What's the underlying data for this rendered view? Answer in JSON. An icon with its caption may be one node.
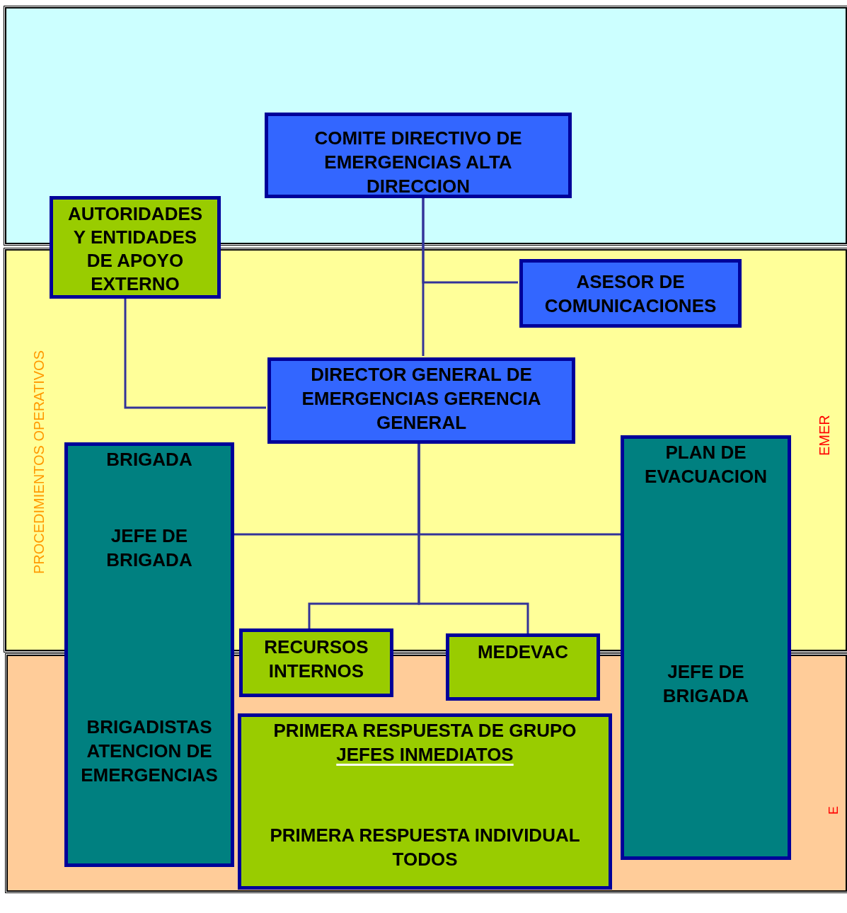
{
  "diagram": {
    "nodes": [
      {
        "text": [],
        "shape": "box"
      },
      {
        "text": [
          "COMITE DIRECTIVO DE EMERGENCIAS ALTA DIRECCION"
        ],
        "in": 0
      },
      {
        "text": [
          "AUTORIDADES Y ENTIDADES DE APOYO EXTERNO"
        ]
      },
      {
        "text": [
          "PROCEDIMIENTOS OPERATIVOS",
          "EMER"
        ]
      },
      {
        "text": [
          "ASESOR DE COMUNICACIONES"
        ],
        "in": 3
      },
      {
        "text": [
          "DIRECTOR GENERAL DE EMERGENCIAS GERENCIA GENERAL"
        ],
        "in": 3
      },
      {
        "text": [
          "BRIGADA",
          "JEFE DE BRIGADA",
          "BRIGADISTAS ATENCION DE EMERGENCIAS"
        ]
      },
      {
        "text": [
          "PLAN DE EVACUACION",
          "JEFE DE BRIGADA"
        ]
      },
      {
        "text": [
          "RECURSOS INTERNOS"
        ]
      },
      {
        "text": [
          "MEDEVAC"
        ]
      },
      {
        "text": [
          "E"
        ]
      },
      {
        "text": [
          "PRIMERA RESPUESTA DE GRUPO",
          "JEFES INMEDIATOS",
          "PRIMERA RESPUESTA INDIVIDUAL TODOS"
        ],
        "in": 10
      }
    ],
    "edges": [
      {
        "from": 1,
        "to": 5,
        "arrow": "none"
      },
      {
        "from": 1,
        "to": 4,
        "arrow": "none"
      },
      {
        "from": 2,
        "to": 5,
        "arrow": "none"
      },
      {
        "from": 5,
        "to": 6,
        "arrow": "none"
      },
      {
        "from": 5,
        "to": 7,
        "arrow": "none"
      },
      {
        "from": 5,
        "to": 8,
        "arrow": "none"
      },
      {
        "from": 5,
        "to": 9,
        "arrow": "none"
      }
    ]
  }
}
